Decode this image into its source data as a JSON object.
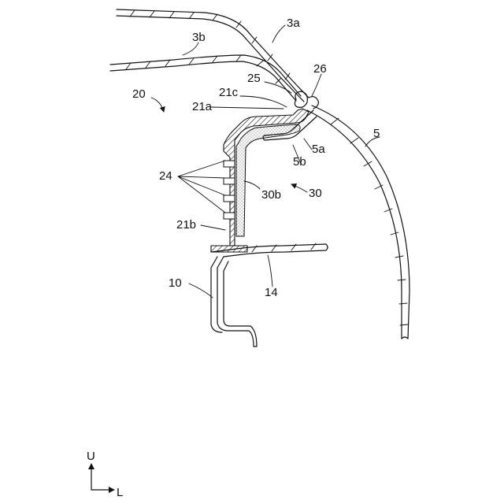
{
  "figure": {
    "labels": {
      "l_3a": "3a",
      "l_3b": "3b",
      "l_25": "25",
      "l_26": "26",
      "l_21c": "21c",
      "l_21a": "21a",
      "l_20": "20",
      "l_5": "5",
      "l_5a": "5a",
      "l_5b": "5b",
      "l_24": "24",
      "l_30b": "30b",
      "l_30": "30",
      "l_21b": "21b",
      "l_14": "14",
      "l_10": "10"
    },
    "axes": {
      "up": "U",
      "left": "L"
    }
  }
}
